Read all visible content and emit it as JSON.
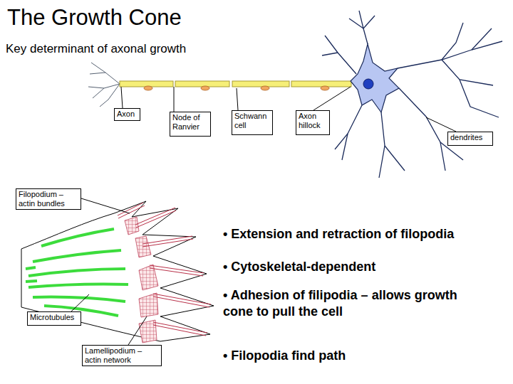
{
  "diagram": {
    "title": "The Growth Cone",
    "nodes": [
      {
        "text": [
          "Axon"
        ]
      },
      {
        "text": [
          "Node of Ranvier"
        ]
      },
      {
        "text": [
          "Schwann cell"
        ]
      },
      {
        "text": [
          "Axon hillock"
        ]
      },
      {
        "text": [
          "dendrites"
        ]
      },
      {
        "text": [
          "Filopodium – actin bundles"
        ]
      },
      {
        "text": [
          "Microtubules"
        ]
      },
      {
        "text": [
          "Lamellipodium – actin network"
        ]
      }
    ],
    "labels": [
      "Key determinant of axonal growth",
      "• Extension and retraction of filopodia",
      "• Cytoskeletal-dependent",
      "• Adhesion of filipodia – allows growth cone to pull the cell",
      "• Filopodia find path"
    ]
  }
}
